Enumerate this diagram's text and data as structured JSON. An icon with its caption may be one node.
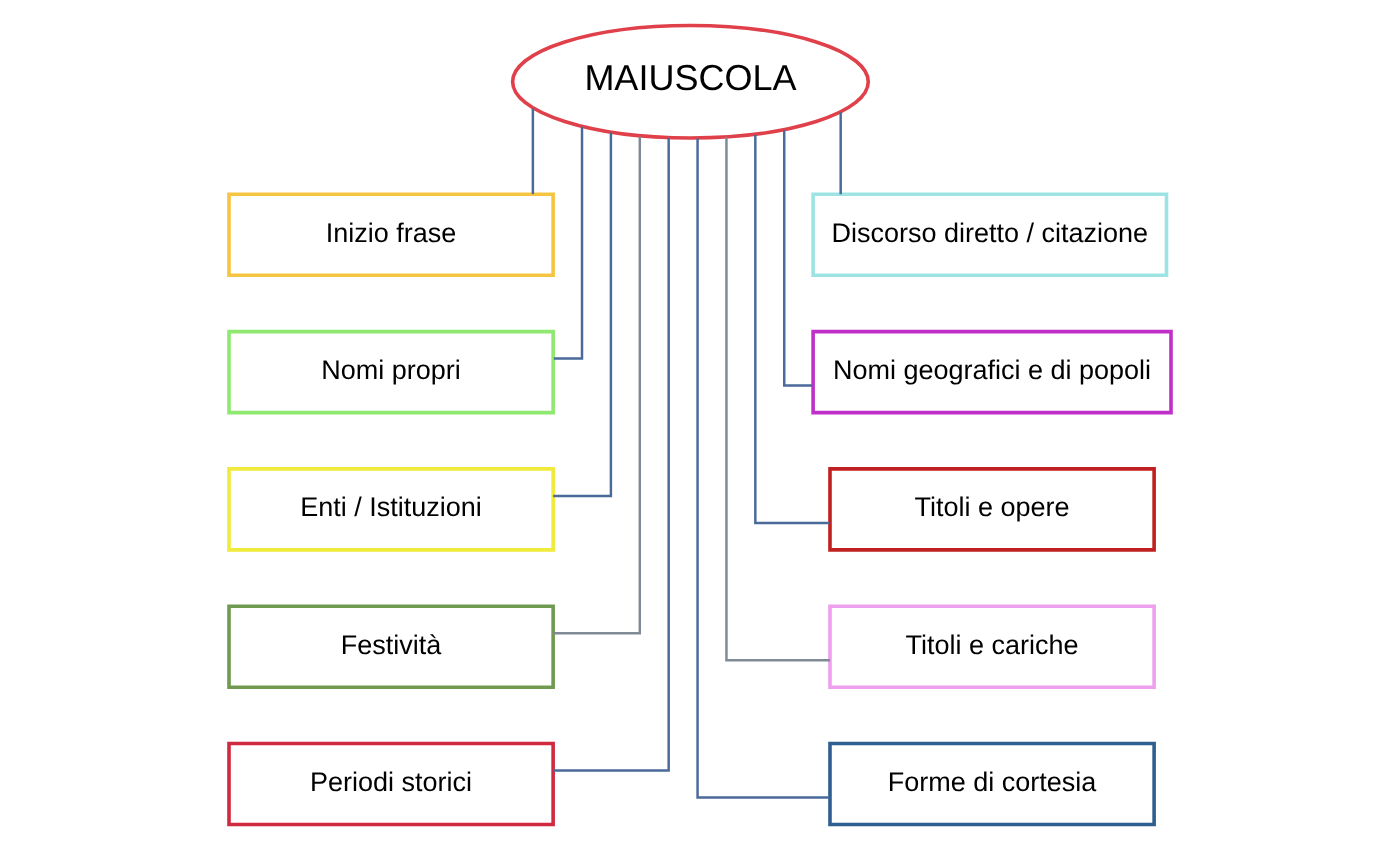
{
  "diagram": {
    "nodes": [
      {
        "text": [
          "MAIUSCOLA"
        ]
      },
      {
        "text": [
          "Inizio frase"
        ]
      },
      {
        "text": [
          "Discorso diretto / citazione"
        ]
      },
      {
        "text": [
          "Nomi propri"
        ]
      },
      {
        "text": [
          "Nomi geografici e di popoli"
        ]
      },
      {
        "text": [
          "Enti / Istituzioni"
        ]
      },
      {
        "text": [
          "Titoli e opere"
        ]
      },
      {
        "text": [
          "Festività"
        ]
      },
      {
        "text": [
          "Titoli e cariche"
        ]
      },
      {
        "text": [
          "Periodi storici"
        ]
      },
      {
        "text": [
          "Forme di cortesia"
        ]
      }
    ],
    "edges": [
      {
        "from": 0,
        "to": 1,
        "arrow": "none"
      },
      {
        "from": 0,
        "to": 2,
        "arrow": "none"
      },
      {
        "from": 0,
        "to": 3,
        "arrow": "none"
      },
      {
        "from": 0,
        "to": 4,
        "arrow": "none"
      },
      {
        "from": 0,
        "to": 5,
        "arrow": "none"
      },
      {
        "from": 0,
        "to": 6,
        "arrow": "none"
      },
      {
        "from": 0,
        "to": 7,
        "arrow": "none",
        "color": "#7f8a96"
      },
      {
        "from": 0,
        "to": 8,
        "arrow": "none",
        "color": "#7f8a96"
      },
      {
        "from": 0,
        "to": 9,
        "arrow": "none"
      },
      {
        "from": 0,
        "to": 10,
        "arrow": "none"
      }
    ]
  }
}
